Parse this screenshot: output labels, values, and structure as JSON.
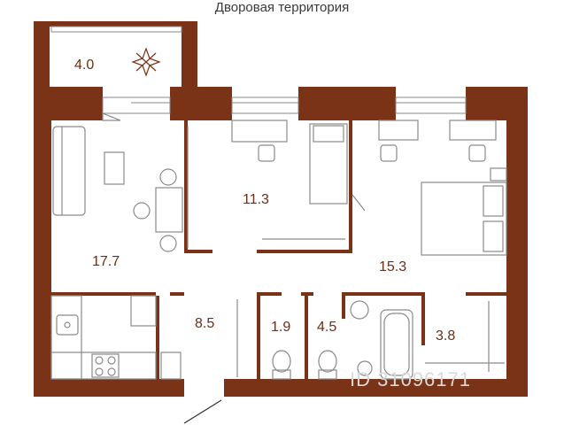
{
  "caption": "Дворовая территория",
  "rooms": [
    {
      "id": "balcony",
      "area": "4.0"
    },
    {
      "id": "living",
      "area": "17.7"
    },
    {
      "id": "bedroom-small",
      "area": "11.3"
    },
    {
      "id": "bedroom-large",
      "area": "15.3"
    },
    {
      "id": "hall",
      "area": "8.5"
    },
    {
      "id": "wc",
      "area": "1.9"
    },
    {
      "id": "bath",
      "area": "4.5"
    },
    {
      "id": "wardrobe",
      "area": "3.8"
    }
  ],
  "watermark": "ID 31096171",
  "colors": {
    "wall": "#7a3316",
    "furniture": "#8a8a8a",
    "label": "#6b2e14"
  }
}
